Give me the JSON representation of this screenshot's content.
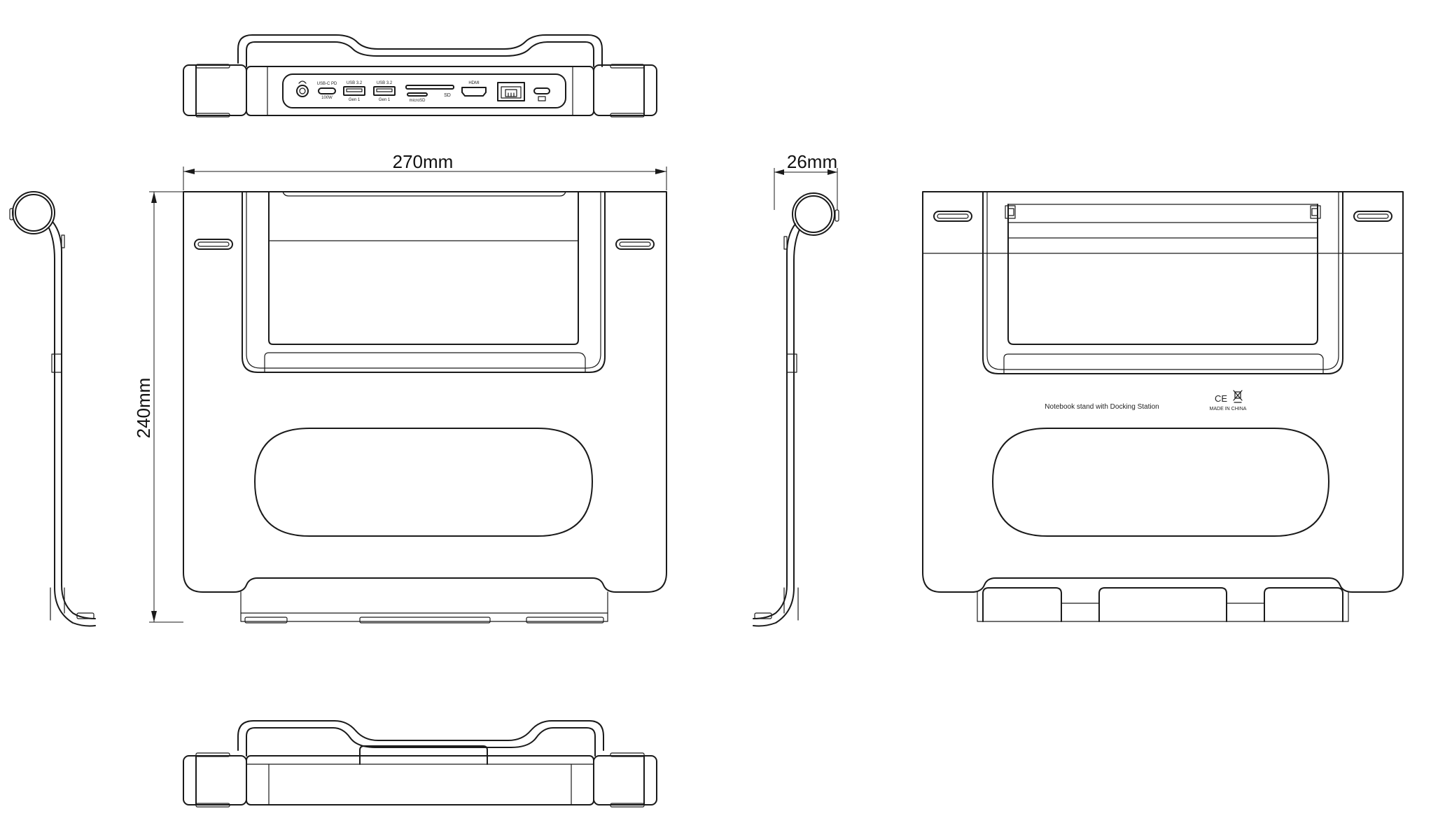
{
  "dimensions": {
    "width": "270mm",
    "depth": "240mm",
    "height": "26mm"
  },
  "port_labels": {
    "usb_c_pd": "USB-C PD",
    "usb_c_pd_sub": "100W",
    "usb_a_1": "USB 3.2",
    "usb_a_1_sub": "Gen 1",
    "usb_a_2": "USB 3.2",
    "usb_a_2_sub": "Gen 1",
    "micro_sd": "microSD",
    "sd": "SD",
    "hdmi": "HDMI"
  },
  "product_label": {
    "text": "Notebook stand with Docking Station",
    "ce_mark": "CE",
    "made_in": "MADE IN CHINA"
  }
}
